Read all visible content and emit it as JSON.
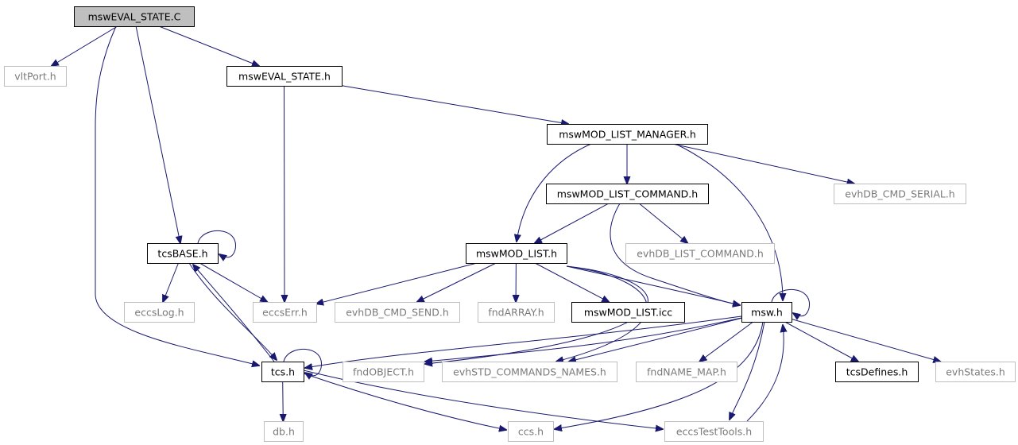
{
  "nodes": [
    {
      "id": "msweval_c",
      "label": "mswEVAL_STATE.C",
      "kind": "root"
    },
    {
      "id": "vltport",
      "label": "vltPort.h",
      "kind": "ext"
    },
    {
      "id": "msweval_h",
      "label": "mswEVAL_STATE.h",
      "kind": "doc"
    },
    {
      "id": "mswmodlistmgr",
      "label": "mswMOD_LIST_MANAGER.h",
      "kind": "doc"
    },
    {
      "id": "mswmodlistcmd",
      "label": "mswMOD_LIST_COMMAND.h",
      "kind": "doc"
    },
    {
      "id": "evhdbcmdserial",
      "label": "evhDB_CMD_SERIAL.h",
      "kind": "ext"
    },
    {
      "id": "tcsbase",
      "label": "tcsBASE.h",
      "kind": "doc"
    },
    {
      "id": "mswmodlist",
      "label": "mswMOD_LIST.h",
      "kind": "doc"
    },
    {
      "id": "evhdblistcmd",
      "label": "evhDB_LIST_COMMAND.h",
      "kind": "ext"
    },
    {
      "id": "eccslog",
      "label": "eccsLog.h",
      "kind": "ext"
    },
    {
      "id": "eccserr",
      "label": "eccsErr.h",
      "kind": "ext"
    },
    {
      "id": "evhdbcmdsend",
      "label": "evhDB_CMD_SEND.h",
      "kind": "ext"
    },
    {
      "id": "fndarray",
      "label": "fndARRAY.h",
      "kind": "ext"
    },
    {
      "id": "mswmodlisticc",
      "label": "mswMOD_LIST.icc",
      "kind": "doc"
    },
    {
      "id": "msw",
      "label": "msw.h",
      "kind": "doc"
    },
    {
      "id": "tcs",
      "label": "tcs.h",
      "kind": "doc"
    },
    {
      "id": "fndobject",
      "label": "fndOBJECT.h",
      "kind": "ext"
    },
    {
      "id": "evhstdcmdnames",
      "label": "evhSTD_COMMANDS_NAMES.h",
      "kind": "ext"
    },
    {
      "id": "fndnamemap",
      "label": "fndNAME_MAP.h",
      "kind": "ext"
    },
    {
      "id": "tcsdefines",
      "label": "tcsDefines.h",
      "kind": "doc"
    },
    {
      "id": "evhstates",
      "label": "evhStates.h",
      "kind": "ext"
    },
    {
      "id": "db",
      "label": "db.h",
      "kind": "ext"
    },
    {
      "id": "ccs",
      "label": "ccs.h",
      "kind": "ext"
    },
    {
      "id": "eccstesttools",
      "label": "eccsTestTools.h",
      "kind": "ext"
    }
  ],
  "edges": [
    {
      "from": "msweval_c",
      "to": "vltport"
    },
    {
      "from": "msweval_c",
      "to": "msweval_h"
    },
    {
      "from": "msweval_c",
      "to": "tcsbase"
    },
    {
      "from": "msweval_c",
      "to": "tcs"
    },
    {
      "from": "msweval_h",
      "to": "mswmodlistmgr"
    },
    {
      "from": "msweval_h",
      "to": "eccserr"
    },
    {
      "from": "mswmodlistmgr",
      "to": "mswmodlistcmd"
    },
    {
      "from": "mswmodlistmgr",
      "to": "evhdbcmdserial"
    },
    {
      "from": "mswmodlistmgr",
      "to": "mswmodlist"
    },
    {
      "from": "mswmodlistmgr",
      "to": "msw"
    },
    {
      "from": "mswmodlistcmd",
      "to": "mswmodlist"
    },
    {
      "from": "mswmodlistcmd",
      "to": "evhdblistcmd"
    },
    {
      "from": "mswmodlistcmd",
      "to": "msw"
    },
    {
      "from": "tcsbase",
      "to": "tcsbase"
    },
    {
      "from": "tcsbase",
      "to": "eccslog"
    },
    {
      "from": "tcsbase",
      "to": "eccserr"
    },
    {
      "from": "tcsbase",
      "to": "tcs"
    },
    {
      "from": "tcs",
      "to": "tcsbase"
    },
    {
      "from": "mswmodlist",
      "to": "eccserr"
    },
    {
      "from": "mswmodlist",
      "to": "evhdbcmdsend"
    },
    {
      "from": "mswmodlist",
      "to": "fndarray"
    },
    {
      "from": "mswmodlist",
      "to": "mswmodlisticc"
    },
    {
      "from": "mswmodlist",
      "to": "msw"
    },
    {
      "from": "mswmodlist",
      "to": "fndobject"
    },
    {
      "from": "mswmodlist",
      "to": "evhstdcmdnames"
    },
    {
      "from": "msw",
      "to": "msw"
    },
    {
      "from": "msw",
      "to": "tcs"
    },
    {
      "from": "msw",
      "to": "fndobject"
    },
    {
      "from": "msw",
      "to": "evhstdcmdnames"
    },
    {
      "from": "msw",
      "to": "fndnamemap"
    },
    {
      "from": "msw",
      "to": "tcsdefines"
    },
    {
      "from": "msw",
      "to": "evhstates"
    },
    {
      "from": "msw",
      "to": "ccs"
    },
    {
      "from": "msw",
      "to": "eccstesttools"
    },
    {
      "from": "eccstesttools",
      "to": "msw"
    },
    {
      "from": "tcs",
      "to": "tcs"
    },
    {
      "from": "tcs",
      "to": "db"
    },
    {
      "from": "tcs",
      "to": "ccs"
    },
    {
      "from": "tcs",
      "to": "eccstesttools"
    }
  ],
  "colors": {
    "edge": "#191970",
    "root_fill": "#bfbfbf",
    "doc_border": "#000000",
    "ext_border": "#bfbfbf",
    "ext_text": "#7a7a7a"
  }
}
